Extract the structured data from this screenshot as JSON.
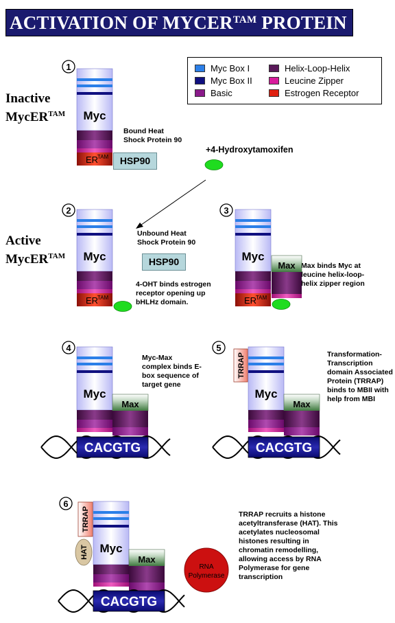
{
  "title": {
    "main": "ACTIVATION OF MYCER",
    "sup": "TAM",
    "tail": " PROTEIN"
  },
  "legend": [
    {
      "label": "Myc Box I",
      "color": "#2b7fe8"
    },
    {
      "label": "Myc Box II",
      "color": "#101080"
    },
    {
      "label": "Basic",
      "color": "#8a1a8a"
    },
    {
      "label": "Helix-Loop-Helix",
      "color": "#5a1a5a"
    },
    {
      "label": "Leucine Zipper",
      "color": "#d81c9c"
    },
    {
      "label": "Estrogen Receptor",
      "color": "#e02010"
    }
  ],
  "side_labels": {
    "inactive": {
      "line1": "Inactive",
      "line2": "MycER",
      "sup": "TAM"
    },
    "active": {
      "line1": "Active",
      "line2": "MycER",
      "sup": "TAM"
    }
  },
  "steps": [
    "1",
    "2",
    "3",
    "4",
    "5",
    "6"
  ],
  "labels": {
    "myc": "Myc",
    "max": "Max",
    "er": "ER",
    "er_sup": "TAM",
    "hsp90": "HSP90",
    "hydroxytamoxifen": "+4-Hydroxytamoxifen",
    "cacgtg": "CACGTG",
    "trrap": "TRRAP",
    "hat": "HAT",
    "rna_pol_line1": "RNA",
    "rna_pol_line2": "Polymerase"
  },
  "notes": {
    "bound_hsp": [
      "Bound Heat",
      "Shock Protein 90"
    ],
    "unbound_hsp": [
      "Unbound Heat",
      "Shock Protein 90"
    ],
    "ohT_binds": [
      "4-OHT binds estrogen",
      "receptor opening up",
      "bHLHz domain."
    ],
    "max_binds": [
      "Max binds Myc at",
      "leucine helix-loop-",
      "helix zipper region"
    ],
    "complex_binds": [
      "Myc-Max",
      "complex binds E-",
      "box sequence of",
      "target gene"
    ],
    "trrap_binds": [
      "Transformation-",
      "Transcription",
      "domain Associated",
      "Protein (TRRAP)",
      "binds to MBII with",
      "help from MBI"
    ],
    "hat_recruit": [
      "TRRAP recruits a histone",
      "acetyltransferase (HAT). This",
      "acetylates nucleosomal",
      "histones resulting in",
      "chromatin remodelling,",
      "allowing access by RNA",
      "Polymerase for gene",
      "transcription"
    ]
  },
  "colors": {
    "title_bg": "#1a1a6e",
    "myc_light": "#ffffff",
    "myc_mid": "#b9b9f5",
    "myc_box_1": "#2b7fe8",
    "myc_box_2": "#101080",
    "hlh": "#5a1a5a",
    "basic": "#8a1a8a",
    "zipper": "#d81c9c",
    "er": "#c81808",
    "dna_box": "#1a1a9a",
    "max": "#3f7a3f",
    "tamoxifen": "#1fdc1f",
    "hsp": "#b6d7dc",
    "trrap": "#f08070",
    "hat": "#d9c7a3",
    "rna_pol": "#cc1010"
  }
}
